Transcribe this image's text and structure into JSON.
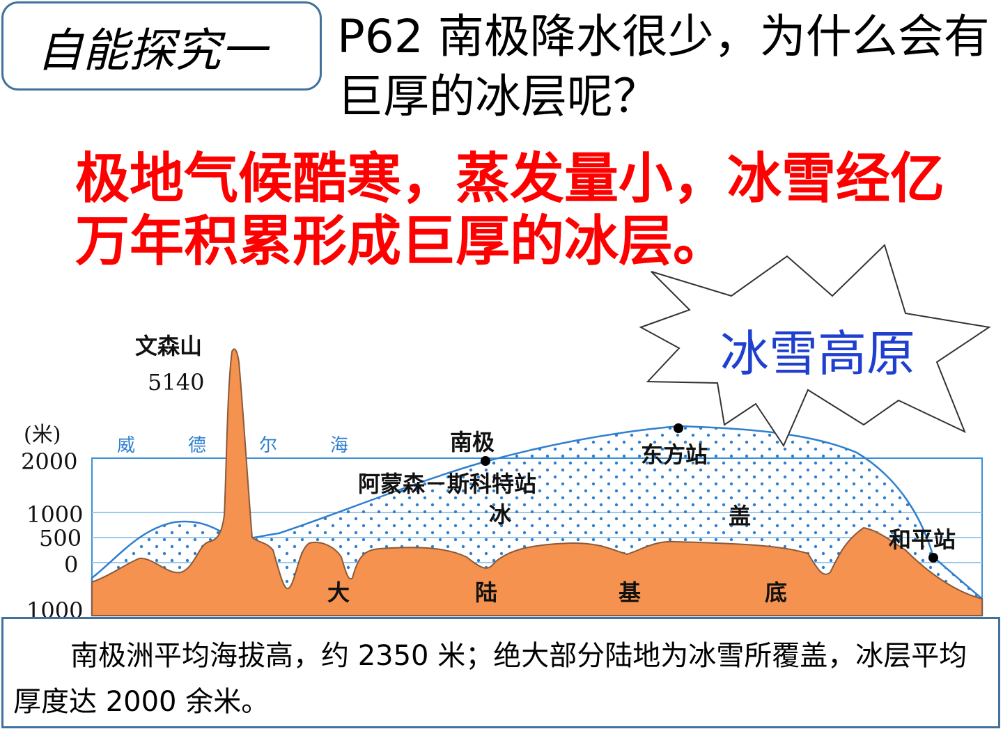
{
  "label": "自能探究一",
  "question": "P62 南极降水很少，为什么会有巨厚的冰层呢？",
  "answer": "极地气候酷寒，蒸发量小，冰雪经亿万年积累形成巨厚的冰层。",
  "callout": "冰雪高原",
  "diagram": {
    "axis_unit": "(米)",
    "y_ticks": [
      "2000",
      "1000",
      "500",
      "0",
      "1000"
    ],
    "mountain_name": "文森山",
    "mountain_height": "5140",
    "sea_chars": [
      "威",
      "德",
      "尔",
      "海"
    ],
    "pole": "南极",
    "amundsen": "阿蒙森－斯科特站",
    "vostok": "东方站",
    "mirny": "和平站",
    "ice_chars": [
      "冰",
      "盖"
    ],
    "bedrock_chars": [
      "大",
      "陆",
      "基",
      "底"
    ],
    "colors": {
      "ice_outline": "#2f7fd0",
      "bedrock": "#f5924f",
      "dots": "#2f7fd0"
    }
  },
  "caption": "南极洲平均海拔高，约 2350 米；绝大部分陆地为冰雪所覆盖，冰层平均厚度达 2000 余米。"
}
